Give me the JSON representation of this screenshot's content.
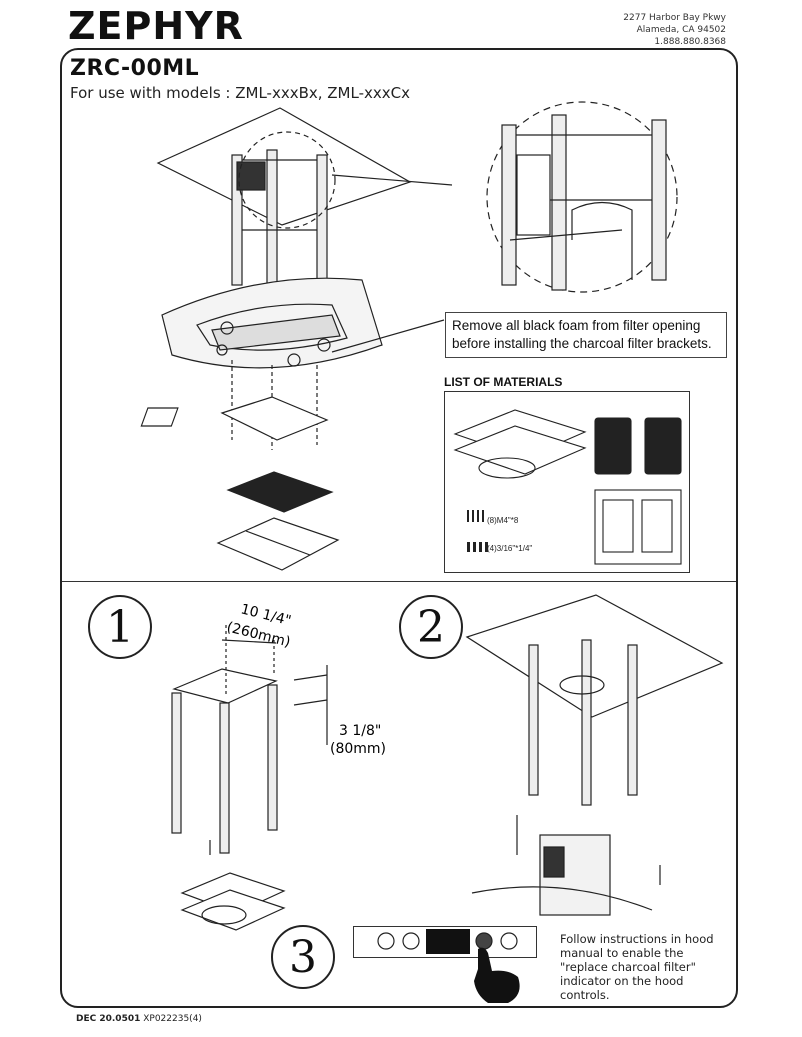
{
  "header": {
    "logo": "ZEPHYR",
    "address_line1": "2277 Harbor Bay Pkwy",
    "address_line2": "Alameda, CA 94502",
    "phone": "1.888.880.8368"
  },
  "title": "ZRC-00ML",
  "subtitle": "For use with models : ZML-xxxBx, ZML-xxxCx",
  "notes": {
    "foam": "Remove all black foam from filter opening before installing the charcoal filter brackets.",
    "indicator": "Follow instructions in hood manual to enable the \"replace charcoal filter\" indicator on the hood controls."
  },
  "materials": {
    "title": "LIST OF MATERIALS",
    "screw_a": "(8)M4\"*8",
    "screw_b": "(4)3/16\"*1/4\""
  },
  "steps": {
    "one": "1",
    "two": "2",
    "three": "3"
  },
  "dimensions": {
    "width_in": "10 1/4\"",
    "width_mm": "(260mm)",
    "height_in": "3 1/8\"",
    "height_mm": "(80mm)"
  },
  "footer": {
    "code": "DEC 20.0501",
    "ref": "XP022235(4)"
  }
}
